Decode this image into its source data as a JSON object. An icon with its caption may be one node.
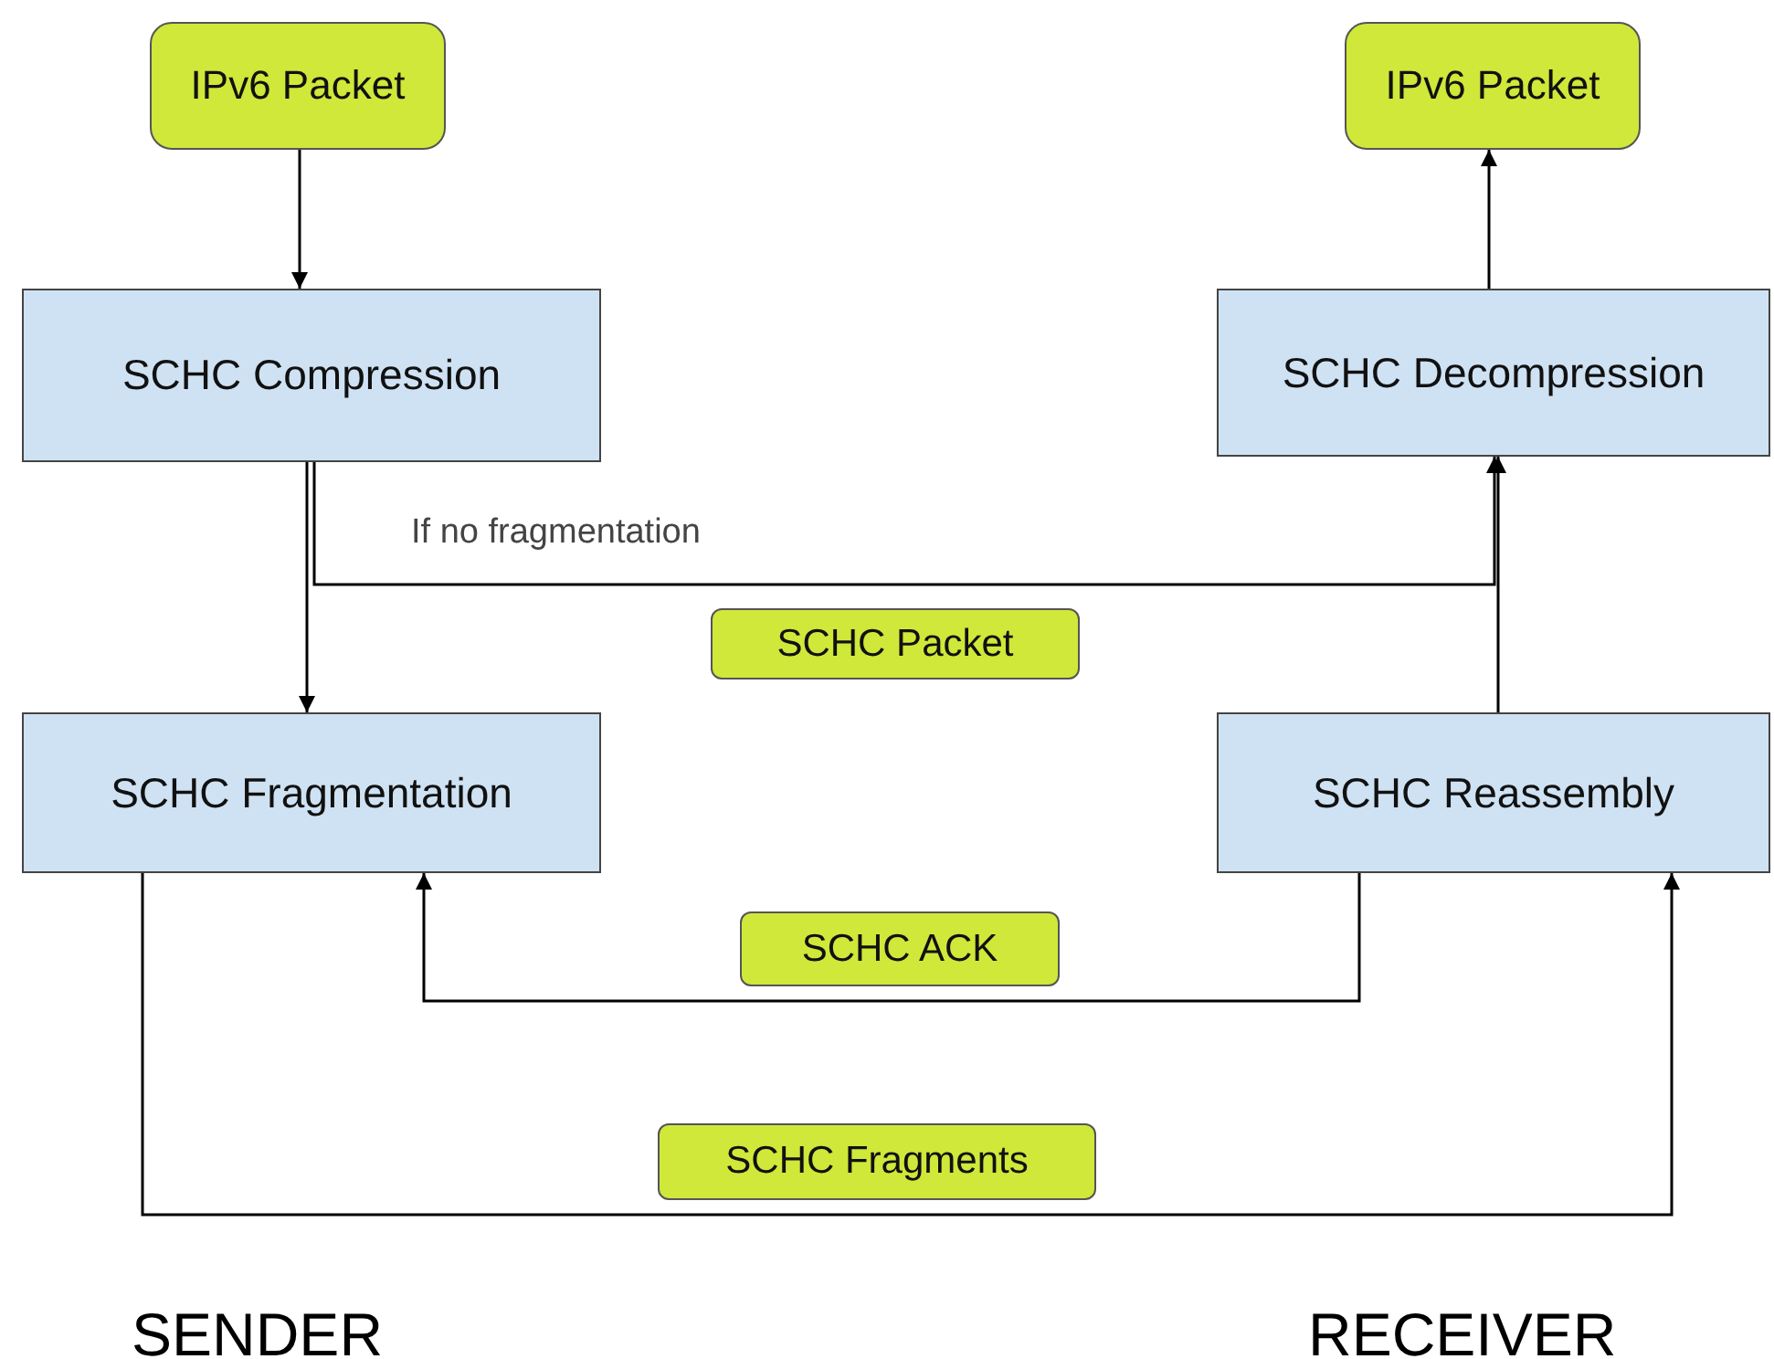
{
  "diagram": {
    "nodes": [
      {
        "text": [
          "IPv6 Packet"
        ]
      },
      {
        "text": [
          "SCHC Compression"
        ]
      },
      {
        "text": [
          "SCHC Fragmentation"
        ]
      },
      {
        "text": [
          "IPv6 Packet"
        ]
      },
      {
        "text": [
          "SCHC Decompression"
        ]
      },
      {
        "text": [
          "SCHC Reassembly"
        ]
      }
    ],
    "edges": [
      {
        "from": 0,
        "to": 1,
        "arrow": "to"
      },
      {
        "from": 1,
        "to": 2,
        "arrow": "to"
      },
      {
        "from": 1,
        "to": 4,
        "arrow": "to",
        "label": "SCHC Packet"
      },
      {
        "from": 5,
        "to": 4,
        "arrow": "to"
      },
      {
        "from": 4,
        "to": 3,
        "arrow": "to"
      },
      {
        "from": 5,
        "to": 2,
        "arrow": "to",
        "label": "SCHC ACK"
      },
      {
        "from": 2,
        "to": 5,
        "arrow": "to",
        "label": "SCHC Fragments"
      }
    ],
    "labels": [
      "If no fragmentation",
      "SENDER",
      "RECEIVER"
    ]
  }
}
